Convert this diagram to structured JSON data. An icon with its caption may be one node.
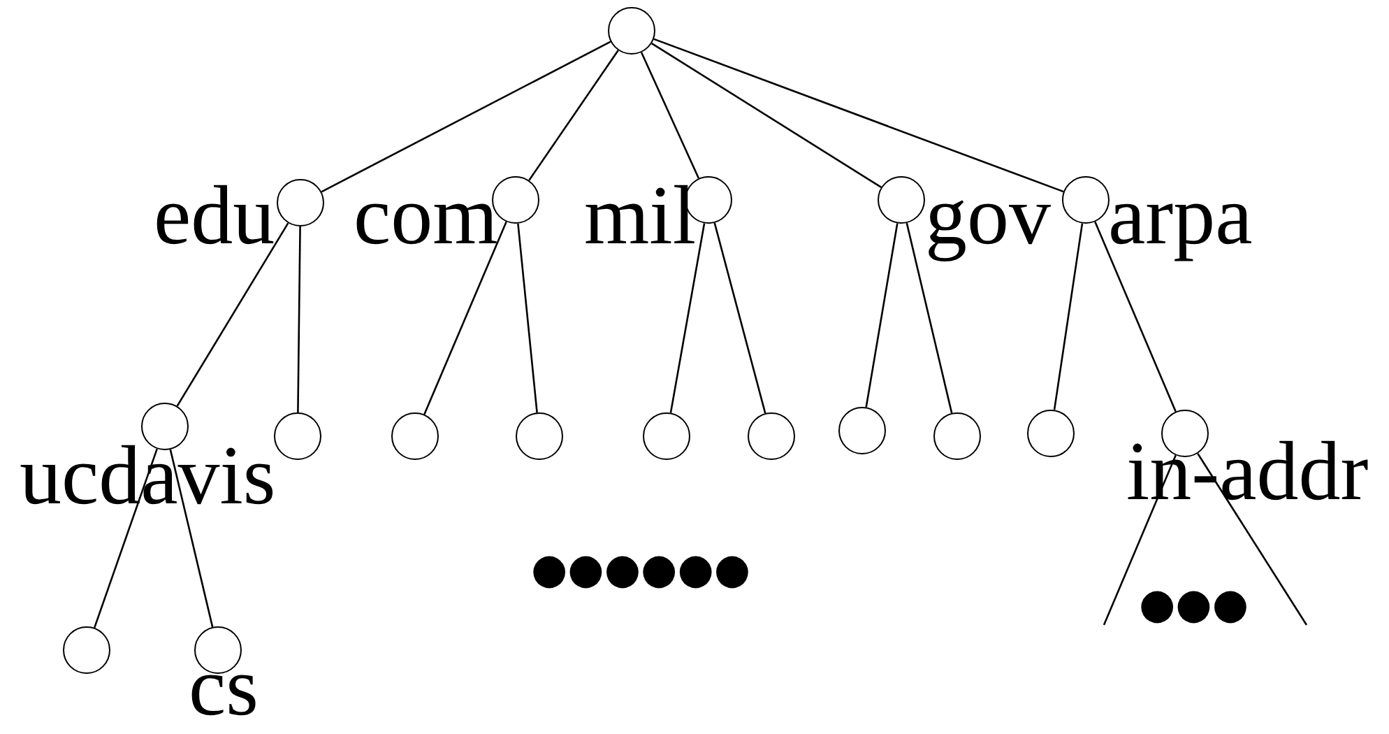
{
  "diagram": {
    "nodes": [
      {
        "text": [],
        "shape": "circle"
      },
      {
        "text": [],
        "shape": "circle",
        "beside": [
          "edu"
        ]
      },
      {
        "text": [],
        "shape": "circle",
        "beside": [
          "com"
        ]
      },
      {
        "text": [],
        "shape": "circle",
        "beside": [
          "mil"
        ]
      },
      {
        "text": [],
        "shape": "circle",
        "beside": [
          "gov"
        ]
      },
      {
        "text": [],
        "shape": "circle",
        "beside": [
          "arpa"
        ]
      },
      {
        "text": [],
        "shape": "circle",
        "beside": [
          "ucdavis"
        ]
      },
      {
        "text": [],
        "shape": "circle"
      },
      {
        "text": [],
        "shape": "circle"
      },
      {
        "text": [],
        "shape": "circle"
      },
      {
        "text": [],
        "shape": "circle"
      },
      {
        "text": [],
        "shape": "circle"
      },
      {
        "text": [],
        "shape": "circle"
      },
      {
        "text": [],
        "shape": "circle"
      },
      {
        "text": [],
        "shape": "circle"
      },
      {
        "text": [],
        "shape": "circle",
        "beside": [
          "in-addr"
        ]
      },
      {
        "text": [],
        "shape": "circle"
      },
      {
        "text": [],
        "shape": "circle",
        "beside": [
          "cs"
        ]
      }
    ],
    "edges": [
      {
        "from": 0,
        "to": 1,
        "arrow": "none"
      },
      {
        "from": 0,
        "to": 2,
        "arrow": "none"
      },
      {
        "from": 0,
        "to": 3,
        "arrow": "none"
      },
      {
        "from": 0,
        "to": 4,
        "arrow": "none"
      },
      {
        "from": 0,
        "to": 5,
        "arrow": "none"
      },
      {
        "from": 1,
        "to": 6,
        "arrow": "none"
      },
      {
        "from": 1,
        "to": 7,
        "arrow": "none"
      },
      {
        "from": 2,
        "to": 8,
        "arrow": "none"
      },
      {
        "from": 2,
        "to": 9,
        "arrow": "none"
      },
      {
        "from": 3,
        "to": 10,
        "arrow": "none"
      },
      {
        "from": 3,
        "to": 11,
        "arrow": "none"
      },
      {
        "from": 4,
        "to": 12,
        "arrow": "none"
      },
      {
        "from": 4,
        "to": 13,
        "arrow": "none"
      },
      {
        "from": 5,
        "to": 14,
        "arrow": "none"
      },
      {
        "from": 5,
        "to": 15,
        "arrow": "none"
      },
      {
        "from": 6,
        "to": 16,
        "arrow": "none"
      },
      {
        "from": 6,
        "to": 17,
        "arrow": "none"
      },
      {
        "from": 15,
        "to": null,
        "arrow": "none"
      },
      {
        "from": 15,
        "to": null,
        "arrow": "none"
      }
    ],
    "labels": [
      "●●●●●●",
      "●●●"
    ]
  }
}
